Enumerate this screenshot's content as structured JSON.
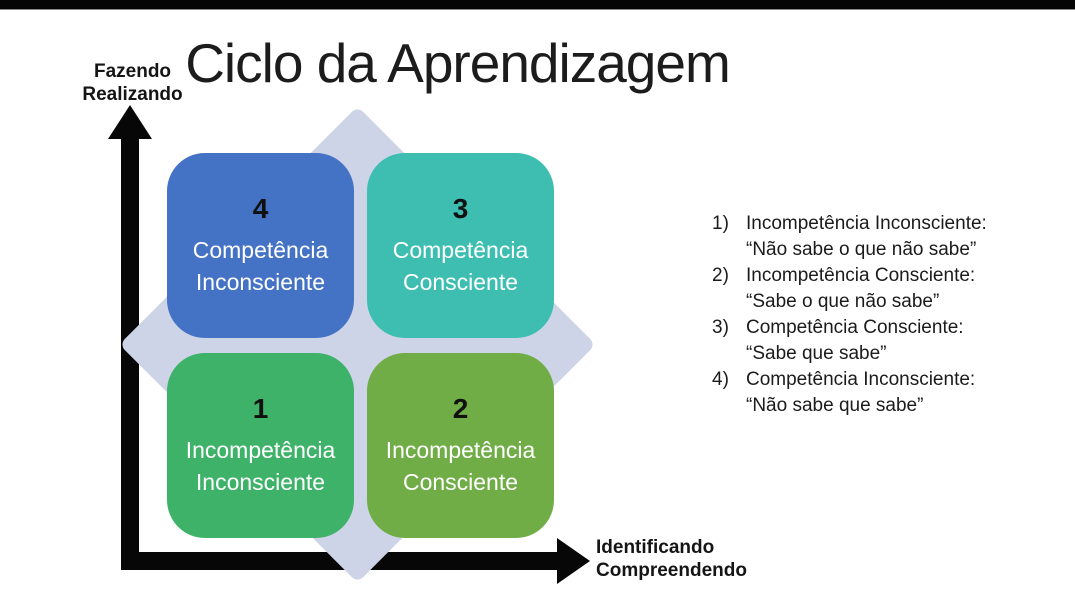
{
  "page": {
    "title": "Ciclo da Aprendizagem"
  },
  "axes": {
    "y": {
      "line1": "Fazendo",
      "line2": "Realizando"
    },
    "x": {
      "line1": "Identificando",
      "line2": "Compreendendo"
    }
  },
  "quadrants": [
    {
      "number": "4",
      "line1": "Competência",
      "line2": "Inconsciente",
      "color": "#4472C4",
      "position": "top-left"
    },
    {
      "number": "3",
      "line1": "Competência",
      "line2": "Consciente",
      "color": "#3EBEB1",
      "position": "top-right"
    },
    {
      "number": "1",
      "line1": "Incompetência",
      "line2": "Inconsciente",
      "color": "#3EB269",
      "position": "bottom-left"
    },
    {
      "number": "2",
      "line1": "Incompetência",
      "line2": "Consciente",
      "color": "#70AD47",
      "position": "bottom-right"
    }
  ],
  "legend": {
    "items": [
      {
        "number": "1)",
        "name": "Incompetência Inconsciente:",
        "quote": "“Não sabe o que não sabe”"
      },
      {
        "number": "2)",
        "name": "Incompetência Consciente:",
        "quote": "“Sabe o que não sabe”"
      },
      {
        "number": "3)",
        "name": "Competência Consciente:",
        "quote": "“Sabe que sabe”"
      },
      {
        "number": "4)",
        "name": "Competência Inconsciente:",
        "quote": "“Não sabe que sabe”"
      }
    ]
  },
  "colors": {
    "top_bar": "#060606",
    "axis": "#070707",
    "diamond_background": "#CED4E8",
    "quadrant_blue": "#4472C4",
    "quadrant_teal": "#3EBEB1",
    "quadrant_green": "#3EB269",
    "quadrant_olive": "#70AD47"
  }
}
